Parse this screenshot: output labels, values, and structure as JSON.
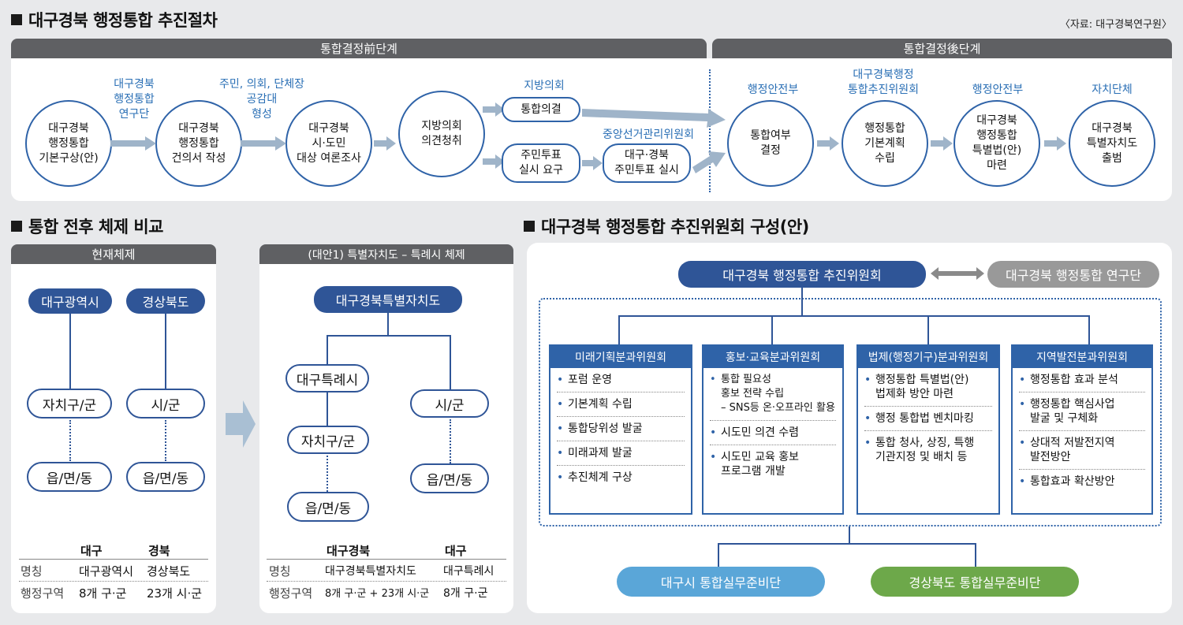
{
  "top": {
    "title": "대구경북 행정통합 추진절차",
    "source": "〈자료: 대구경북연구원〉",
    "phase_before": "통합결정前단계",
    "phase_after": "통합결정後단계",
    "steps": [
      {
        "label": "대구경북\n행정통합\n기본구상(안)",
        "actor": ""
      },
      {
        "label": "대구경북\n행정통합\n건의서 작성",
        "actor": "대구경북\n행정통합\n연구단"
      },
      {
        "label": "대구경북\n시·도민\n대상 여론조사",
        "actor": "주민, 의회, 단체장\n공감대\n형성"
      },
      {
        "label": "지방의회\n의견청취",
        "actor": ""
      }
    ],
    "branch_upper": {
      "label": "통합의결",
      "actor": "지방의회"
    },
    "branch_lower": {
      "label": "주민투표\n실시 요구",
      "actor": ""
    },
    "branch_lower2": {
      "label": "대구·경북\n주민투표 실시",
      "actor": "중앙선거관리위원회"
    },
    "after_steps": [
      {
        "label": "통합여부\n결정",
        "actor": "행정안전부"
      },
      {
        "label": "행정통합\n기본계획\n수립",
        "actor": "대구경북행정\n통합추진위원회"
      },
      {
        "label": "대구경북\n행정통합\n특별법(안)\n마련",
        "actor": "행정안전부"
      },
      {
        "label": "대구경북\n특별자치도\n출범",
        "actor": "자치단체"
      }
    ]
  },
  "compare": {
    "title": "통합 전후 체제 비교",
    "current": {
      "header": "현재체제",
      "left_top": "대구광역시",
      "right_top": "경상북도",
      "left_mid": "자치구/군",
      "right_mid": "시/군",
      "left_bot": "읍/면/동",
      "right_bot": "읍/면/동",
      "table": {
        "cols": [
          "대구",
          "경북"
        ],
        "rows": [
          {
            "label": "명칭",
            "values": [
              "대구광역시",
              "경상북도"
            ]
          },
          {
            "label": "행정구역",
            "values": [
              "8개 구·군",
              "23개 시·군"
            ]
          }
        ]
      }
    },
    "alt": {
      "header": "(대안1) 특별자치도 – 특례시 체제",
      "top": "대구경북특별자치도",
      "left_mid": "대구특례시",
      "right_mid": "시/군",
      "left_sub": "자치구/군",
      "right_bot": "읍/면/동",
      "left_bot": "읍/면/동",
      "table": {
        "cols": [
          "대구경북",
          "대구"
        ],
        "rows": [
          {
            "label": "명칭",
            "values": [
              "대구경북특별자치도",
              "대구특례시"
            ]
          },
          {
            "label": "행정구역",
            "values": [
              "8개 구·군 + 23개 시·군",
              "8개 구·군"
            ]
          }
        ]
      }
    }
  },
  "committee": {
    "title": "대구경북 행정통합 추진위원회 구성(안)",
    "main": "대구경북 행정통합 추진위원회",
    "research": "대구경북 행정통합 연구단",
    "subs": [
      {
        "name": "미래기획분과위원회",
        "items": [
          "포럼 운영",
          "기본계획 수립",
          "통합당위성 발굴",
          "미래과제 발굴",
          "추진체계 구상"
        ]
      },
      {
        "name": "홍보·교육분과위원회",
        "items": [
          "통합 필요성\n홍보 전략 수립\n– SNS등 온·오프라인 활용",
          "시도민 의견 수렴",
          "시도민 교육 홍보\n프로그램 개발"
        ]
      },
      {
        "name": "법제(행정기구)분과위원회",
        "items": [
          "행정통합 특별법(안)\n법제화 방안 마련",
          "행정 통합법 벤치마킹",
          "통합 청사, 상징, 특행\n기관지정 및 배치 등"
        ]
      },
      {
        "name": "지역발전분과위원회",
        "items": [
          "행정통합 효과 분석",
          "행정통합 핵심사업\n발굴 및 구체화",
          "상대적 저발전지역\n발전방안",
          "통합효과 확산방안"
        ]
      }
    ],
    "daegu_office": "대구시 통합실무준비단",
    "gb_office": "경상북도 통합실무준비단"
  }
}
